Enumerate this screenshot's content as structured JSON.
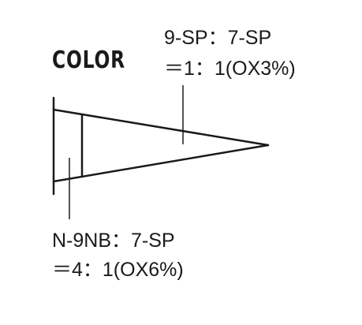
{
  "title": "COLOR",
  "callouts": {
    "top": {
      "line1": "9-SP：7-SP",
      "line2": "＝1：1(OX3%)"
    },
    "bottom": {
      "line1": "N-9NB：7-SP",
      "line2": "＝4：1(OX6%)"
    }
  },
  "colors": {
    "ink": "#1a1a1a",
    "background": "#ffffff"
  }
}
